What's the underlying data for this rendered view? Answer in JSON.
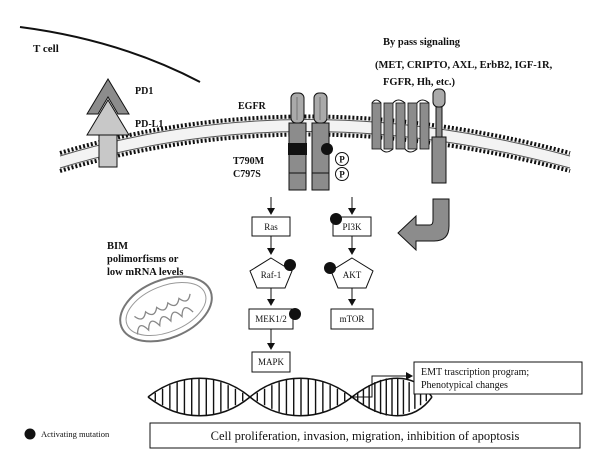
{
  "labels": {
    "t_cell": "T cell",
    "pd1": "PD1",
    "pdl1": "PD-L1",
    "egfr": "EGFR",
    "mutations_1": "T790M",
    "mutations_2": "C797S",
    "p": "P",
    "bypass_title": "By pass signaling",
    "bypass_list_1": "(MET, CRIPTO, AXL, ErbB2, IGF-1R,",
    "bypass_list_2": "FGFR, Hh, etc.)",
    "bim_1": "BIM",
    "bim_2": "polimorfisms or",
    "bim_3": "low mRNA levels"
  },
  "nodes": {
    "ras": "Ras",
    "pi3k": "PI3K",
    "raf1": "Raf-1",
    "akt": "AKT",
    "mek": "MEK1/2",
    "mtor": "mTOR",
    "mapk": "MAPK"
  },
  "outcomes": {
    "emt_1": "EMT trascription program;",
    "emt_2": "Phenotypical changes",
    "proliferation": "Cell proliferation, invasion, migration, inhibition of apoptosis"
  },
  "legend": {
    "activating_mutation": "Activating mutation"
  },
  "colors": {
    "ink": "#111111",
    "receptor_gray": "#8c8c8c",
    "receptor_light": "#c8c8c8"
  }
}
